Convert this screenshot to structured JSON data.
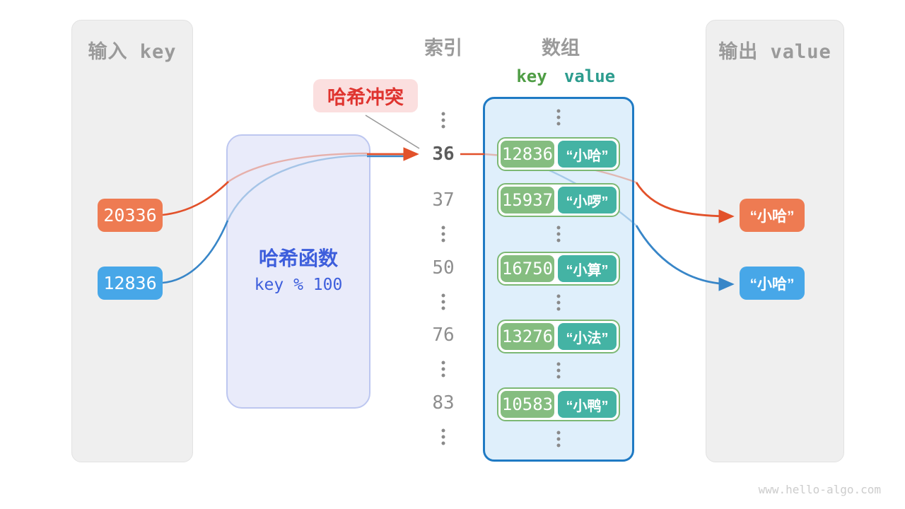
{
  "input_panel": {
    "title": "输入 key",
    "items": [
      {
        "value": "20336",
        "color": "#ee7b52"
      },
      {
        "value": "12836",
        "color": "#47a7e8"
      }
    ]
  },
  "hash_box": {
    "title": "哈希函数",
    "formula": "key % 100"
  },
  "collision_label": {
    "text": "哈希冲突"
  },
  "index_column": {
    "title": "索引",
    "indices": [
      "36",
      "37",
      "50",
      "76",
      "83"
    ],
    "highlighted_index": "36"
  },
  "array_panel": {
    "title": "数组",
    "key_header": "key",
    "value_header": "value",
    "rows": [
      {
        "key": "12836",
        "value": "“小哈”"
      },
      {
        "key": "15937",
        "value": "“小啰”"
      },
      {
        "key": "16750",
        "value": "“小算”"
      },
      {
        "key": "13276",
        "value": "“小法”"
      },
      {
        "key": "10583",
        "value": "“小鸭”"
      }
    ]
  },
  "output_panel": {
    "title": "输出 value",
    "items": [
      {
        "value": "“小哈”",
        "color": "#ee7b52"
      },
      {
        "value": "“小哈”",
        "color": "#47a7e8"
      }
    ]
  },
  "watermark": "www.hello-algo.com",
  "colors": {
    "orange_box": "#ee7b52",
    "blue_box": "#47a7e8",
    "orange_arrow": "#e2512a",
    "blue_arrow": "#3886c8",
    "key_green": "#85bd80",
    "value_teal": "#44b3a4",
    "array_border": "#1f7ac4",
    "array_fill": "#dfeffb",
    "hash_fill": "#e9ebfa",
    "hash_border": "#bdc7f0",
    "hash_text": "#3d5edc",
    "collision_red": "#df342f",
    "collision_bg": "#fbdfdf",
    "panel_gray": "#efefef",
    "header_gray": "#9a9a9a",
    "key_header_green": "#4f9d45",
    "value_header_teal": "#2c9c8e"
  }
}
